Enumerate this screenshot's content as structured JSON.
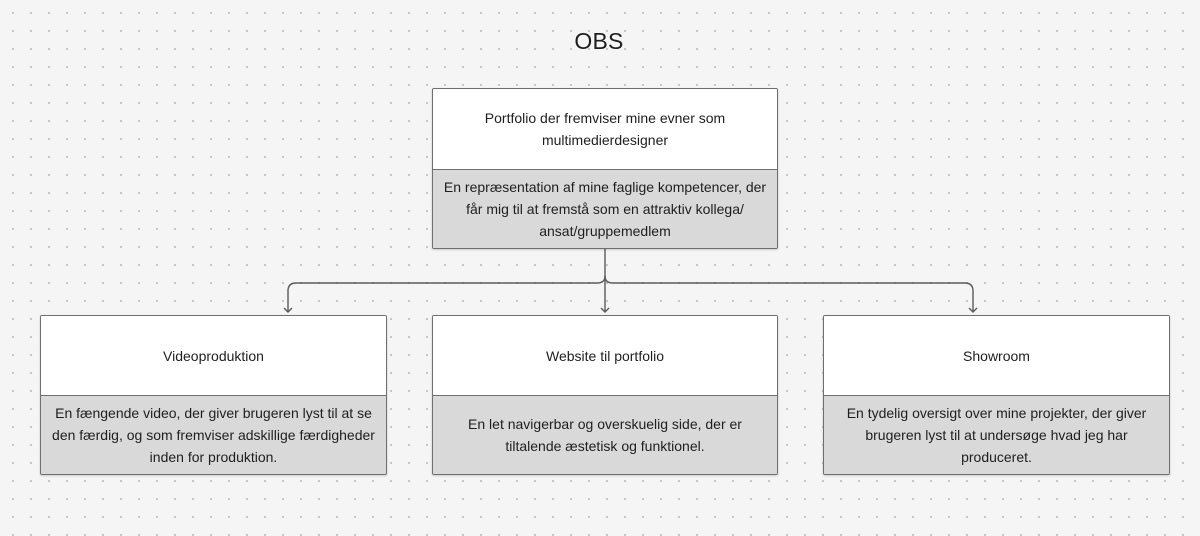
{
  "title": "OBS",
  "top_card": {
    "heading": "Portfolio der fremviser mine evner som multimedierdesigner",
    "description": "En repræsentation af mine faglige kompetencer, der får mig til at fremstå som en attraktiv kollega/ ansat/gruppemedlem"
  },
  "cards": [
    {
      "heading": "Videoproduktion",
      "description": "En fængende video, der giver brugeren lyst til at se den færdig, og som fremviser adskillige færdigheder inden for produktion."
    },
    {
      "heading": "Website til portfolio",
      "description": "En let navigerbar og overskuelig side, der er tiltalende æstetisk og funktionel."
    },
    {
      "heading": "Showroom",
      "description": "En tydelig oversigt over mine projekter, der giver brugeren lyst til at undersøge hvad jeg har produceret."
    }
  ]
}
